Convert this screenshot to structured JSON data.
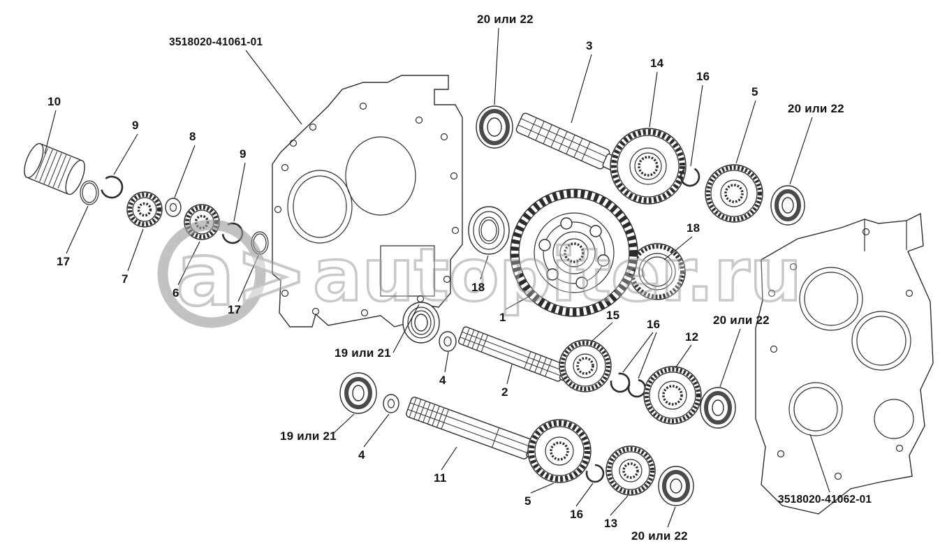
{
  "watermark": {
    "logo": "a>",
    "site": "autopiter.ru"
  },
  "colors": {
    "background": "#ffffff",
    "line": "#2b2b2b",
    "watermark": "#9b9b9b"
  },
  "labels": [
    {
      "text": "3518020-41061-01"
    },
    {
      "text": "20 или 22"
    },
    {
      "text": "3"
    },
    {
      "text": "14"
    },
    {
      "text": "16"
    },
    {
      "text": "5"
    },
    {
      "text": "20 или 22"
    },
    {
      "text": "10"
    },
    {
      "text": "9"
    },
    {
      "text": "8"
    },
    {
      "text": "9"
    },
    {
      "text": "17"
    },
    {
      "text": "7"
    },
    {
      "text": "6"
    },
    {
      "text": "17"
    },
    {
      "text": "18"
    },
    {
      "text": "1"
    },
    {
      "text": "18"
    },
    {
      "text": "15"
    },
    {
      "text": "16"
    },
    {
      "text": "20 или 22"
    },
    {
      "text": "12"
    },
    {
      "text": "19 или 21"
    },
    {
      "text": "4"
    },
    {
      "text": "2"
    },
    {
      "text": "19 или 21"
    },
    {
      "text": "4"
    },
    {
      "text": "11"
    },
    {
      "text": "5"
    },
    {
      "text": "16"
    },
    {
      "text": "13"
    },
    {
      "text": "20 или 22"
    },
    {
      "text": "3518020-41062-01"
    }
  ]
}
